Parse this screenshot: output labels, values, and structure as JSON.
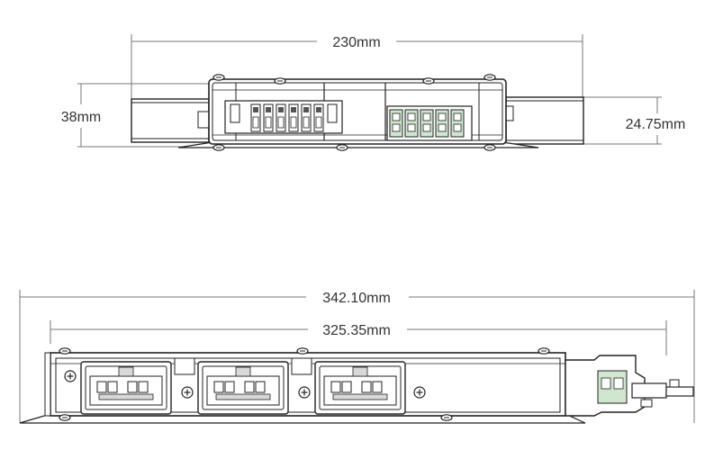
{
  "dimensions": {
    "top_width": "230mm",
    "top_height": "38mm",
    "top_depth": "24.75mm",
    "bottom_overall": "342.10mm",
    "bottom_body": "325.35mm"
  },
  "colors": {
    "line": "#222222",
    "dim_line": "#777777",
    "label": "#333333",
    "fill_body": "#ffffff",
    "fill_shade": "#d8d8d8",
    "fill_dark": "#555555",
    "fill_green": "#cfe7cf"
  }
}
